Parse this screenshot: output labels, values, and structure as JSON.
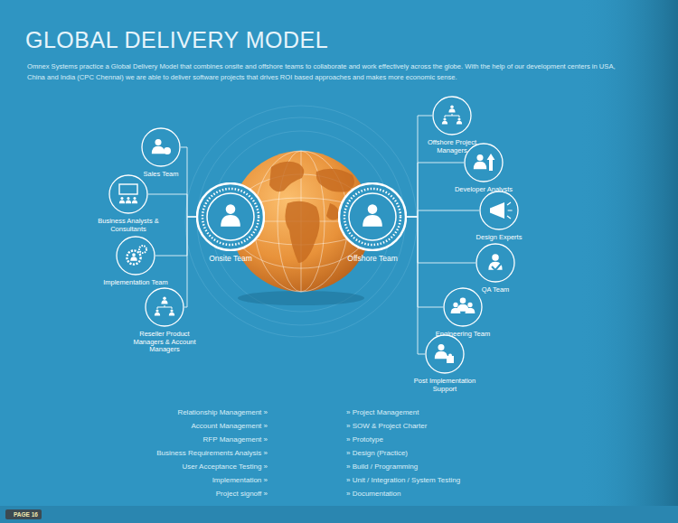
{
  "diagram": {
    "title": "GLOBAL DELIVERY MODEL",
    "nodes": [
      {
        "text": [
          "Sales Team"
        ]
      },
      {
        "text": [
          "Business Analysts & Consultants"
        ]
      },
      {
        "text": [
          "Implementation Team"
        ]
      },
      {
        "text": [
          "Reseller Product Managers & Account Managers"
        ]
      },
      {
        "text": [
          "Onsite Team"
        ]
      },
      {
        "text": [
          "Offshore Team"
        ]
      },
      {
        "text": [
          "Offshore Project Managers"
        ]
      },
      {
        "text": [
          "Developer Analysts"
        ]
      },
      {
        "text": [
          "Design Experts"
        ]
      },
      {
        "text": [
          "QA Team"
        ]
      },
      {
        "text": [
          "Engineering Team"
        ]
      },
      {
        "text": [
          "Post Implementation Support"
        ]
      }
    ],
    "edges": [
      {
        "from": 0,
        "to": 4,
        "arrow": "none"
      },
      {
        "from": 1,
        "to": 4,
        "arrow": "none"
      },
      {
        "from": 2,
        "to": 4,
        "arrow": "none"
      },
      {
        "from": 3,
        "to": 4,
        "arrow": "none"
      },
      {
        "from": 6,
        "to": 5,
        "arrow": "none"
      },
      {
        "from": 7,
        "to": 5,
        "arrow": "none"
      },
      {
        "from": 8,
        "to": 5,
        "arrow": "none"
      },
      {
        "from": 9,
        "to": 5,
        "arrow": "none"
      },
      {
        "from": 10,
        "to": 5,
        "arrow": "none"
      },
      {
        "from": 11,
        "to": 5,
        "arrow": "none"
      }
    ],
    "labels": [
      "Omnex Systems practice a Global Delivery Model that combines onsite and offshore teams to collaborate and work effectively across the globe. With the help of our development centers in USA, China and India (CPC Chennai) we are able to deliver software projects that drives ROI based approaches and makes more economic sense.",
      "Relationship Management »",
      "Account Management »",
      "RFP Management »",
      "Business Requirements Analysis »",
      "User Acceptance Testing »",
      "Implementation »",
      "Project signoff »",
      "» Project Management",
      "» SOW & Project Charter",
      "» Prototype",
      "» Design (Practice)",
      "» Build / Programming",
      "» Unit / Integration / System Testing",
      "» Documentation",
      "PAGE 16"
    ]
  }
}
